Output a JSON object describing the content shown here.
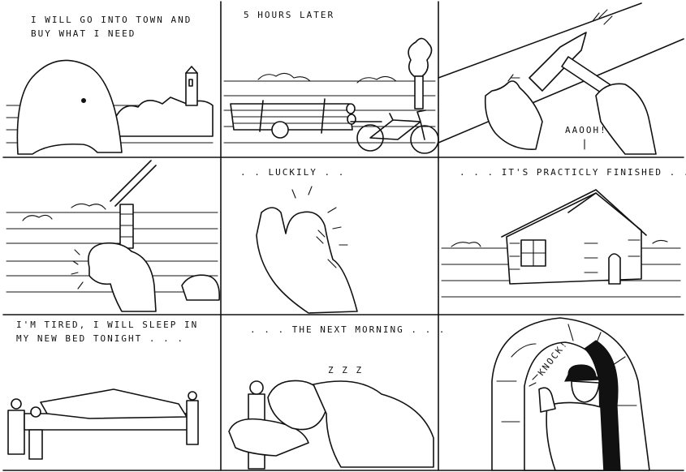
{
  "panels": [
    {
      "caption_lines": [
        "I WILL GO INTO TOWN AND",
        "BUY  WHAT I NEED"
      ]
    },
    {
      "caption_lines": [
        "5 HOURS LATER"
      ],
      "exclamation": "AAOOH!"
    },
    {
      "caption_lines": [
        ". . LUCKILY . ."
      ]
    },
    {
      "caption_lines": [
        ". . . IT'S PRACTICLY FINISHED . . ."
      ]
    },
    {
      "caption_lines": [
        "I'M TIRED, I WILL SLEEP IN",
        "MY NEW BED TONIGHT . . ."
      ]
    },
    {
      "caption_lines": [
        ". . . THE NEXT MORNING . . ."
      ],
      "sound": "Z Z Z"
    },
    {
      "sound": "KNOCK!"
    }
  ]
}
